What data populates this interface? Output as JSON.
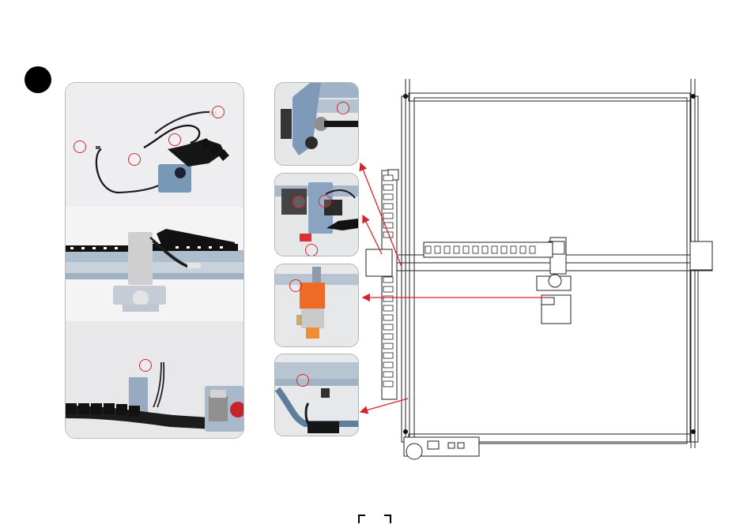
{
  "page": {
    "step_marker": "black-circle-step-marker",
    "accent_color": "#d8232a",
    "panel_border_color": "#b9b9b9"
  },
  "photos": {
    "left_panels": [
      "cable-connector-photo",
      "belt-and-chain-photo",
      "drag-chain-cable-photo"
    ],
    "thumbnails": [
      "right-rear-motor-thumbnail",
      "x-axis-motor-thumbnail",
      "laser-head-thumbnail",
      "front-left-frame-thumbnail"
    ]
  },
  "diagram": {
    "type": "laser-engraver-frame-top-view",
    "arrow_color": "#d8232a"
  }
}
